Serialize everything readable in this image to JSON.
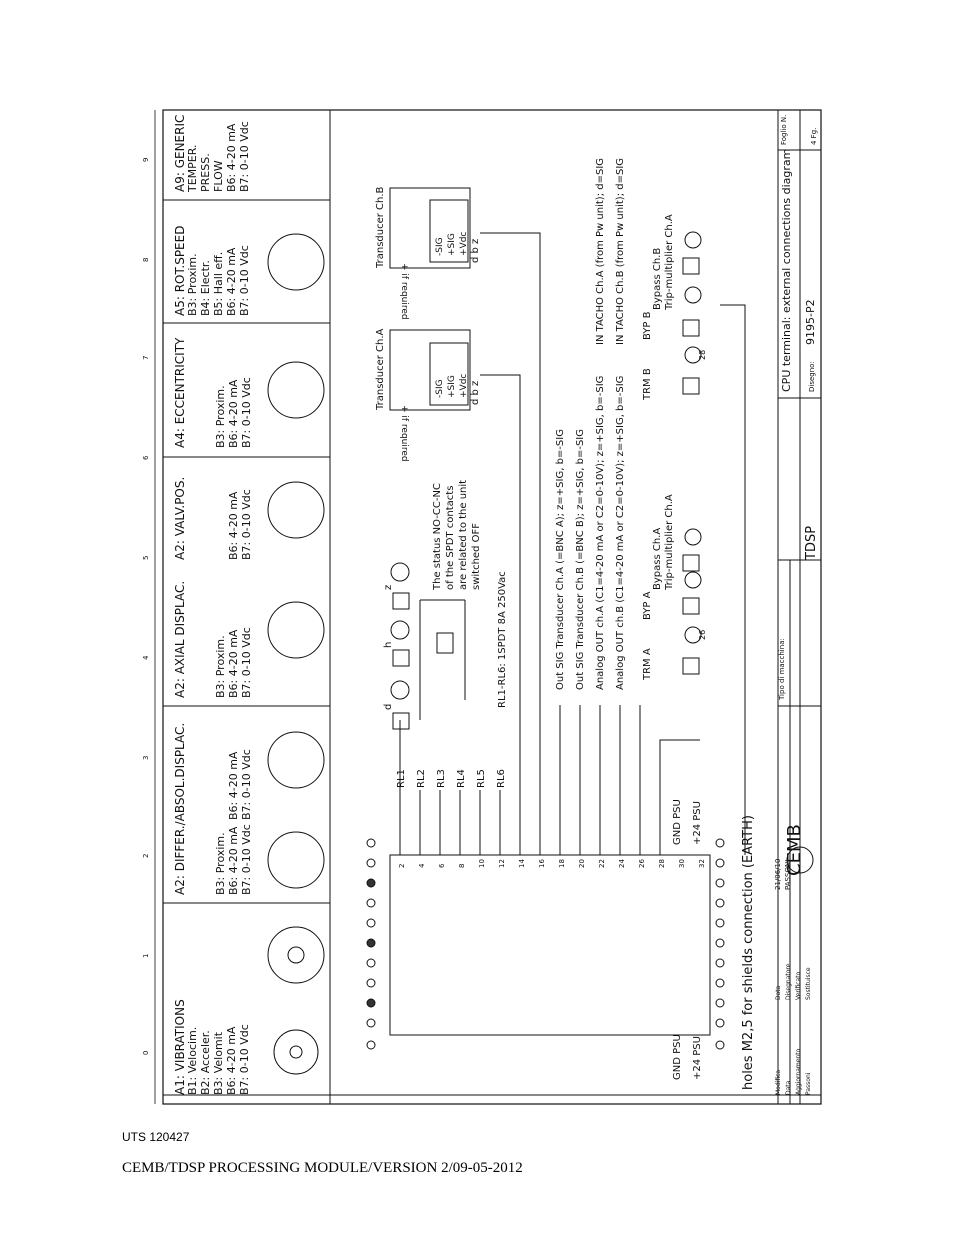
{
  "footer": {
    "code": "UTS 120427",
    "title": "CEMB/TDSP PROCESSING MODULE/VERSION 2/09-05-2012"
  },
  "sensors": [
    {
      "title": "A1: VIBRATIONS",
      "lines": [
        "B1: Velocim.",
        "B2: Acceler.",
        "B3: Velomit",
        "B6: 4-20 mA",
        "B7: 0-10 Vdc"
      ]
    },
    {
      "title": "A2: DIFFER./ABSOL.DISPLAC.",
      "lines": [
        "B3: Proxim.",
        "B6: 4-20 mA",
        "B7: 0-10 Vdc"
      ],
      "lines2": [
        "B6: 4-20 mA",
        "B7: 0-10 Vdc"
      ]
    },
    {
      "title": "A2: AXIAL DISPLAC.",
      "lines": [
        "B3: Proxim.",
        "B6: 4-20 mA",
        "B7: 0-10 Vdc"
      ]
    },
    {
      "title": "A2: VALV.POS.",
      "lines": [
        "B6: 4-20 mA",
        "B7: 0-10 Vdc"
      ]
    },
    {
      "title": "A4: ECCENTRICITY",
      "lines": [
        "B3: Proxim.",
        "B6: 4-20 mA",
        "B7: 0-10 Vdc"
      ]
    },
    {
      "title": "A5: ROT.SPEED",
      "lines": [
        "B3: Proxim.",
        "B4: Electr.",
        "B5: Hall eff.",
        "B6: 4-20 mA",
        "B7: 0-10 Vdc"
      ]
    },
    {
      "title": "A9: GENERIC",
      "lines": [
        "TEMPER.",
        "PRESS.",
        "FLOW",
        "B6: 4-20 mA",
        "B7: 0-10 Vdc"
      ]
    }
  ],
  "zone_numbers": [
    "0",
    "1",
    "2",
    "3",
    "4",
    "5",
    "6",
    "7",
    "8",
    "9"
  ],
  "psu": {
    "gnd": "GND PSU",
    "plus24": "+24 PSU"
  },
  "holes_note": "holes M2,5 for shields connection (EARTH)",
  "relays": [
    "RL1",
    "RL2",
    "RL3",
    "RL4",
    "RL5",
    "RL6"
  ],
  "relay_spec": "RL1-RL6: 1SPDT 8A 250Vac",
  "relay_contacts": [
    "d",
    "h",
    "z"
  ],
  "status_note": [
    "The status NO-CC-NC",
    "of the SPDT contacts",
    "are related to the unit",
    "switched OFF"
  ],
  "signals": [
    "Out SIG Transducer Ch.A (=BNC A); z=+SIG, b=-SIG",
    "Out SIG Transducer Ch.B (=BNC B); z=+SIG, b=-SIG",
    "Analog OUT ch.A (C1=4-20 mA or C2=0-10V); z=+SIG, b=-SIG",
    "Analog OUT ch.B (C1=4-20 mA or C2=0-10V); z=+SIG, b=-SIG",
    "IN TACHO Ch.A (from Pw unit); d=SIG",
    "IN TACHO Ch.B (from Pw unit); d=SIG"
  ],
  "transducers": [
    {
      "name": "Transducer Ch.A",
      "pins": [
        "-SIG",
        "+SIG",
        "+Vdc"
      ],
      "letters": [
        "d",
        "b",
        "z"
      ],
      "note": "+ if required"
    },
    {
      "name": "Transducer Ch.B",
      "pins": [
        "-SIG",
        "+SIG",
        "+Vdc"
      ],
      "letters": [
        "d",
        "b",
        "z"
      ],
      "note": "+ if required"
    }
  ],
  "bypass": [
    {
      "trm": "TRM A",
      "byp": "BYP A",
      "label": "Bypass Ch.A",
      "label2": "Trip-multiplier Ch.A",
      "pin": "26"
    },
    {
      "trm": "TRM B",
      "byp": "BYP B",
      "label": "Bypass Ch.B",
      "label2": "Trip-multiplier Ch.A",
      "pin": "28"
    }
  ],
  "terminal_numbers": [
    "2",
    "4",
    "6",
    "8",
    "10",
    "12",
    "14",
    "16",
    "18",
    "20",
    "22",
    "24",
    "26",
    "28",
    "30",
    "32"
  ],
  "title_block": {
    "company": "CEMB",
    "type_label": "Tipo di macchina:",
    "product": "TDSP",
    "drawing_title": "CPU terminal: external connections diagram",
    "drawing_label": "Disegno:",
    "drawing_number": "9195-P2",
    "sheet": "Foglio N.",
    "sheet_of": "4  Fg.",
    "date": "21/06/10",
    "drawn": "PASSONI",
    "col_labels": [
      "Data",
      "Disegnatore",
      "Verificato",
      "Sostituisce"
    ],
    "rev_labels": [
      "Modifica",
      "Data",
      "Aggiornamento",
      "Passoni"
    ]
  }
}
